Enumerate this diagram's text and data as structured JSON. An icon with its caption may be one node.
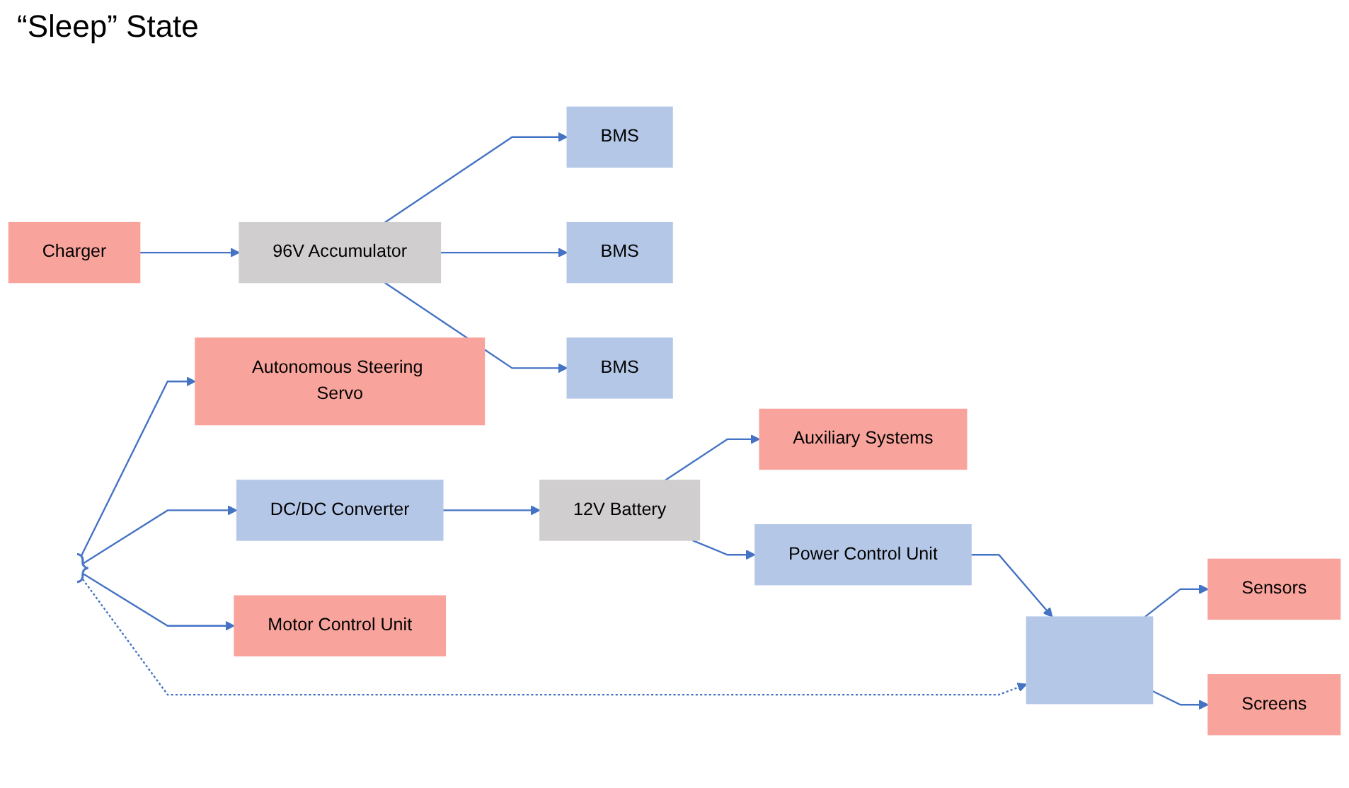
{
  "diagram": {
    "title": "“Sleep” State",
    "nodes": [
      {
        "text": [
          "96V Accumulator"
        ]
      },
      {
        "text": [
          "Charger"
        ]
      },
      {
        "text": [
          "BMS"
        ]
      },
      {
        "text": [
          "BMS"
        ]
      },
      {
        "text": [
          "BMS"
        ]
      },
      {
        "text": [],
        "shape": "bracket"
      },
      {
        "text": [
          "Autonomous Steering Servo"
        ]
      },
      {
        "text": [
          "DC/DC Converter"
        ]
      },
      {
        "text": [
          "Motor Control Unit"
        ]
      },
      {
        "text": [
          "12V Battery"
        ]
      },
      {
        "text": [
          "Auxiliary Systems"
        ]
      },
      {
        "text": [
          "Power Control Unit"
        ]
      },
      {
        "text": [],
        "shape": "box"
      },
      {
        "text": [
          "Sensors"
        ]
      },
      {
        "text": [
          "Screens"
        ]
      }
    ],
    "edges": [
      {
        "from": 1,
        "to": 0,
        "arrow": "to"
      },
      {
        "from": 0,
        "to": 2,
        "arrow": "to"
      },
      {
        "from": 0,
        "to": 3,
        "arrow": "to"
      },
      {
        "from": 0,
        "to": 4,
        "arrow": "to"
      },
      {
        "from": 5,
        "to": 6,
        "arrow": "to"
      },
      {
        "from": 5,
        "to": 7,
        "arrow": "to"
      },
      {
        "from": 5,
        "to": 8,
        "arrow": "to"
      },
      {
        "from": 5,
        "to": 12,
        "arrow": "to",
        "style": "dashed"
      },
      {
        "from": 7,
        "to": 9,
        "arrow": "to"
      },
      {
        "from": 9,
        "to": 10,
        "arrow": "to"
      },
      {
        "from": 9,
        "to": 11,
        "arrow": "to"
      },
      {
        "from": 11,
        "to": 12,
        "arrow": "to"
      },
      {
        "from": 12,
        "to": 13,
        "arrow": "to"
      },
      {
        "from": 12,
        "to": 14,
        "arrow": "to"
      }
    ]
  }
}
